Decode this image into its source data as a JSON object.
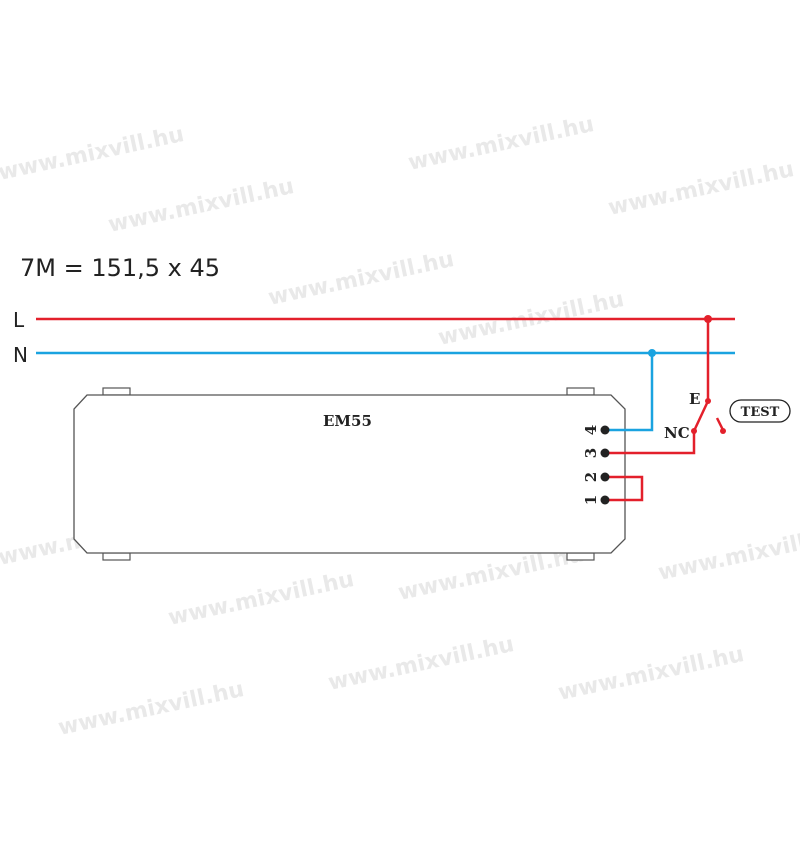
{
  "watermark": "www.mixvill.hu",
  "dimension_label": "7M = 151,5 x 45",
  "lines": {
    "L": "L",
    "N": "N"
  },
  "device_label": "EM55",
  "terminals": [
    "4",
    "3",
    "2",
    "1"
  ],
  "switch": {
    "E": "E",
    "NC": "NC",
    "button": "TEST"
  },
  "colors": {
    "live": "#e3202b",
    "neutral": "#1aa3e0",
    "outline": "#555555"
  }
}
